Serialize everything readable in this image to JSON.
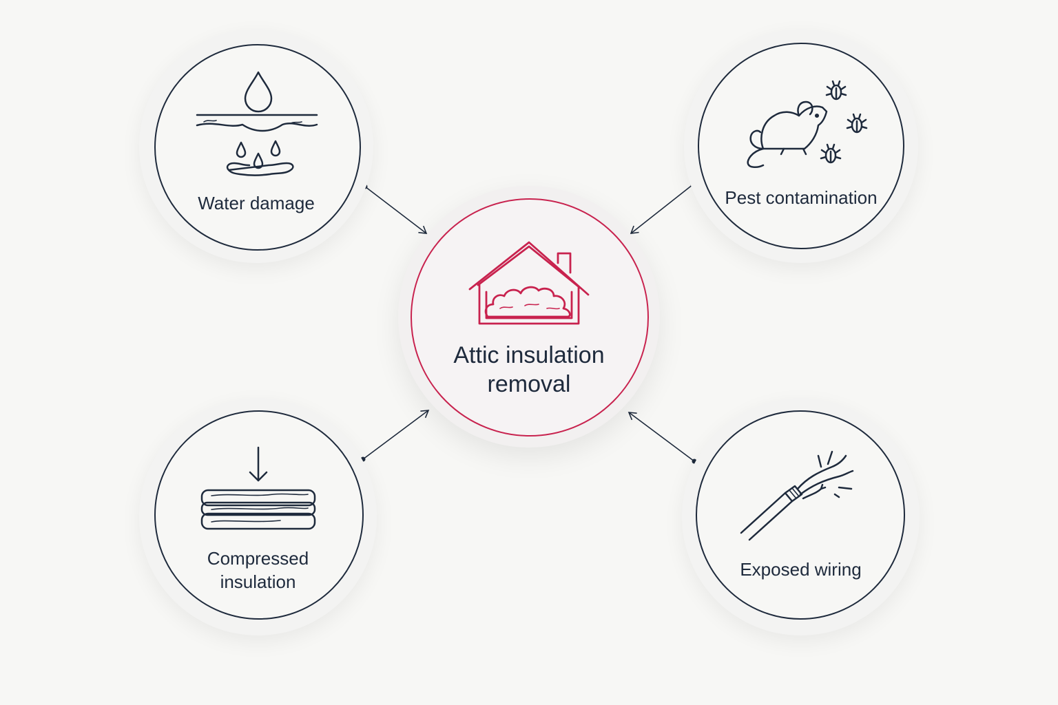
{
  "center": {
    "title": "Attic insulation\nremoval",
    "icon": "house-insulation-icon",
    "accent_color": "#c8224e"
  },
  "causes": [
    {
      "id": "water",
      "label": "Water damage",
      "icon": "water-drop-icon"
    },
    {
      "id": "pest",
      "label": "Pest contamination",
      "icon": "rat-bugs-icon"
    },
    {
      "id": "compressed",
      "label": "Compressed\ninsulation",
      "icon": "compressed-batts-icon"
    },
    {
      "id": "wiring",
      "label": "Exposed wiring",
      "icon": "frayed-wire-icon"
    }
  ],
  "colors": {
    "stroke": "#1e2a3c",
    "accent": "#c8224e",
    "background": "#f7f7f5"
  }
}
